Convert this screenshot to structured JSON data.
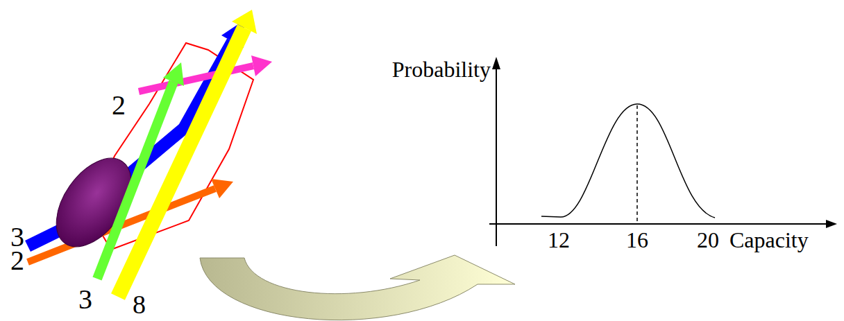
{
  "diagram": {
    "labels": [
      "2",
      "3",
      "2",
      "3",
      "8",
      "Probability",
      "12",
      "16",
      "20",
      "Capacity"
    ]
  }
}
